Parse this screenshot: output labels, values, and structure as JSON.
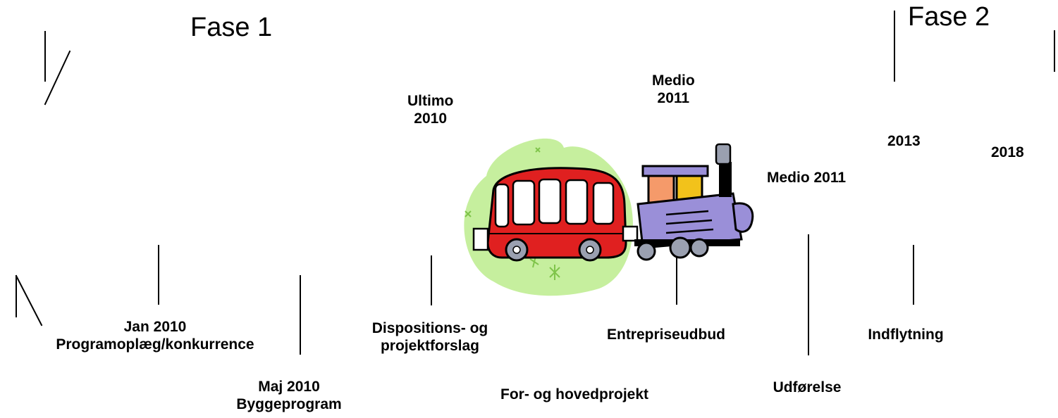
{
  "phases": {
    "phase1": "Fase 1",
    "phase2": "Fase 2"
  },
  "milestones_bottom": {
    "programoplaeg": {
      "date": "Jan 2010",
      "label": "Programoplæg/konkurrence"
    },
    "byggeprogram": {
      "date": "Maj 2010",
      "label": "Byggeprogram"
    },
    "dispositions": {
      "line1": "Dispositions- og",
      "line2": "projektforslag"
    },
    "forhoved": {
      "label": "For- og hovedprojekt"
    },
    "entreprise": {
      "label": "Entrepriseudbud"
    },
    "udforelse": {
      "label": "Udførelse"
    },
    "indflytning": {
      "label": "Indflytning"
    }
  },
  "dates_top": {
    "ultimo2010": {
      "line1": "Ultimo",
      "line2": "2010"
    },
    "medio2011_a": {
      "line1": "Medio",
      "line2": "2011"
    },
    "medio2011_b": "Medio 2011",
    "y2013": "2013",
    "y2018": "2018"
  },
  "illustration": {
    "name": "bus-and-locomotive-clipart",
    "colors": {
      "bus": "#e02020",
      "blob": "#c6ef9e",
      "engine": "#9a8fd8",
      "window_orange": "#f59a6a",
      "window_yellow": "#f2c21b"
    }
  }
}
